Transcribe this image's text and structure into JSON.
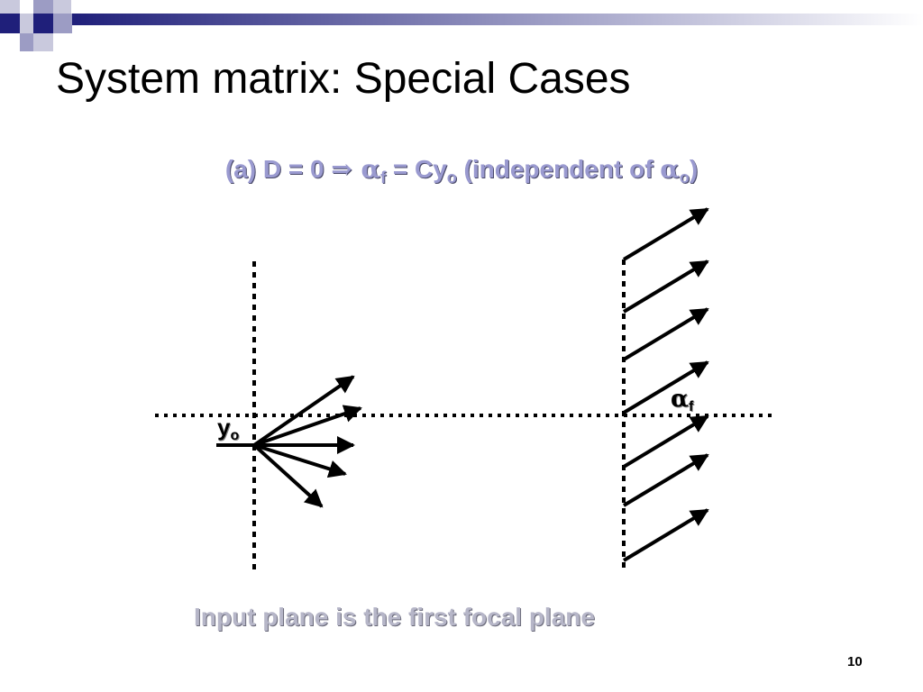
{
  "slide": {
    "title": "System matrix: Special Cases",
    "page_number": "10",
    "accent_color": "#1f1f7a"
  },
  "subtitle": {
    "prefix": "(a) D = 0 ",
    "implies": "⇒",
    "alpha1": " α",
    "alpha1_sub": "f",
    "mid": " = Cy",
    "y_sub": "o",
    "after": " (independent of ",
    "alpha2": "α",
    "alpha2_sub": "o",
    "close": ")"
  },
  "diagram": {
    "label_y": "y",
    "label_y_sub": "o",
    "label_alpha": "α",
    "label_alpha_sub": "f"
  },
  "caption": "Input plane is the first focal plane"
}
